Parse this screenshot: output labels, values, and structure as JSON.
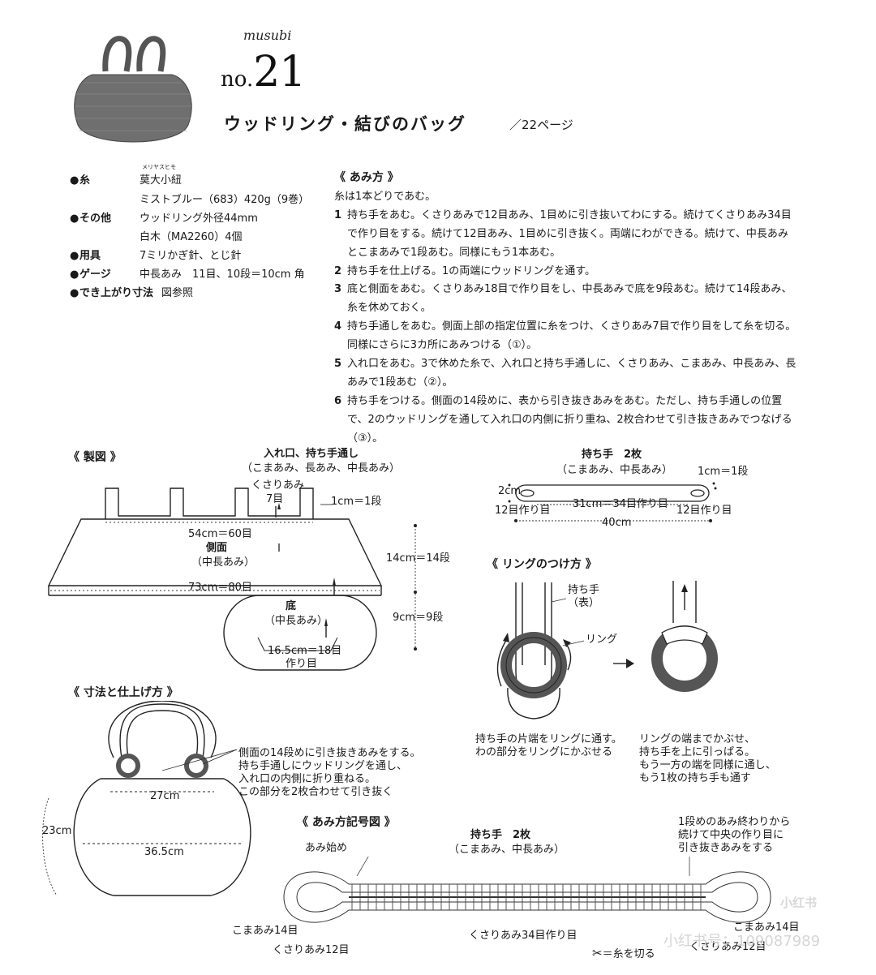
{
  "header": {
    "brand": "musubi",
    "number": "21",
    "number_prefix": "no.",
    "title": "ウッドリング・結びのバッグ",
    "page_ref": "／22ページ"
  },
  "specs": [
    {
      "label": "糸",
      "lines": [
        "莫大小紐",
        "ミストブルー（683）420g（9巻）"
      ],
      "ruby": "メリヤスヒモ"
    },
    {
      "label": "その他",
      "lines": [
        "ウッドリング外径44mm",
        "白木（MA2260）4個"
      ]
    },
    {
      "label": "用具",
      "lines": [
        "7ミリかぎ針、とじ針"
      ]
    },
    {
      "label": "ゲージ",
      "lines": [
        "中長あみ　11目、10段＝10cm 角"
      ]
    },
    {
      "label": "でき上がり寸法",
      "lines": [
        "図参照"
      ]
    }
  ],
  "method": {
    "heading": "《 あみ方 》",
    "intro": "糸は1本どりであむ。",
    "steps": [
      {
        "n": "1",
        "text": "持ち手をあむ。くさりあみで12目あみ、1目めに引き抜いてわにする。続けてくさりあみ34目で作り目をする。続けて12目あみ、1目めに引き抜く。両端にわができる。続けて、中長あみとこまあみで1段あむ。同様にもう1本あむ。"
      },
      {
        "n": "2",
        "text": "持ち手を仕上げる。1の両端にウッドリングを通す。"
      },
      {
        "n": "3",
        "text": "底と側面をあむ。くさりあみ18目で作り目をし、中長あみで底を9段あむ。続けて14段あみ、糸を休めておく。"
      },
      {
        "n": "4",
        "text": "持ち手通しをあむ。側面上部の指定位置に糸をつけ、くさりあみ7目で作り目をして糸を切る。同様にさらに3カ所にあみつける（①）。"
      },
      {
        "n": "5",
        "text": "入れ口をあむ。3で休めた糸で、入れ口と持ち手通しに、くさりあみ、こまあみ、中長あみ、長あみで1段あむ（②）。"
      },
      {
        "n": "6",
        "text": "持ち手をつける。側面の14段めに、表から引き抜きあみをあむ。ただし、持ち手通しの位置で、2のウッドリングを通して入れ口の内側に折り重ね、2枚合わせて引き抜きあみでつなげる（③）。"
      }
    ]
  },
  "seizu": {
    "heading": "《 製図 》",
    "top_label": "入れ口、持ち手通し",
    "top_sub": "（こまあみ、長あみ、中長あみ）",
    "chain": "くさりあみ",
    "chain_count": "7目",
    "cm_row": "1cm＝1段",
    "top_width": "54cm＝60目",
    "side_label": "側面",
    "side_sub": "（中長あみ）",
    "side_height": "14cm＝14段",
    "bottom_width": "73cm＝80目",
    "base_label": "底",
    "base_sub": "（中長あみ）",
    "base_height": "9cm＝9段",
    "base_width": "16.5cm＝18目",
    "base_cast": "作り目"
  },
  "handle": {
    "title": "持ち手　2枚",
    "sub": "（こまあみ、中長あみ）",
    "row_note": "1cm＝1段",
    "height": "2cm",
    "middle": "31cm＝34目作り目",
    "left_cast": "12目作り目",
    "right_cast": "12目作り目",
    "total": "40cm"
  },
  "ring": {
    "heading": "《 リングのつけ方 》",
    "handle_label": "持ち手",
    "handle_face": "（表）",
    "ring_label": "リング",
    "caption_left": [
      "持ち手の片端をリングに通す。",
      "わの部分をリングにかぶせる"
    ],
    "caption_right": [
      "リングの端までかぶせ、",
      "持ち手を上に引っぱる。",
      "もう一方の端を同様に通し、",
      "もう1枚の持ち手も通す"
    ]
  },
  "finish": {
    "heading": "《 寸法と仕上げ方 》",
    "note": [
      "側面の14段めに引き抜きあみをする。",
      "持ち手通しにウッドリングを通し、",
      "入れ口の内側に折り重ねる。",
      "この部分を2枚合わせて引き抜く"
    ],
    "top_width": "27cm",
    "height": "23cm",
    "width": "36.5cm"
  },
  "chart": {
    "heading": "《 あみ方記号図 》",
    "title": "持ち手　2枚",
    "sub": "（こまあみ、中長あみ）",
    "start": "あみ始め",
    "note": [
      "1段めのあみ終わりから",
      "続けて中央の作り目に",
      "引き抜きあみをする"
    ],
    "left_sc": "こまあみ14目",
    "left_ch": "くさりあみ12目",
    "right_sc": "こまあみ14目",
    "right_ch": "くさりあみ12目",
    "center_ch": "くさりあみ34目作り目",
    "cut": "＝糸を切る"
  },
  "watermark": {
    "logo": "小红书",
    "id": "小红书号：109087989"
  }
}
